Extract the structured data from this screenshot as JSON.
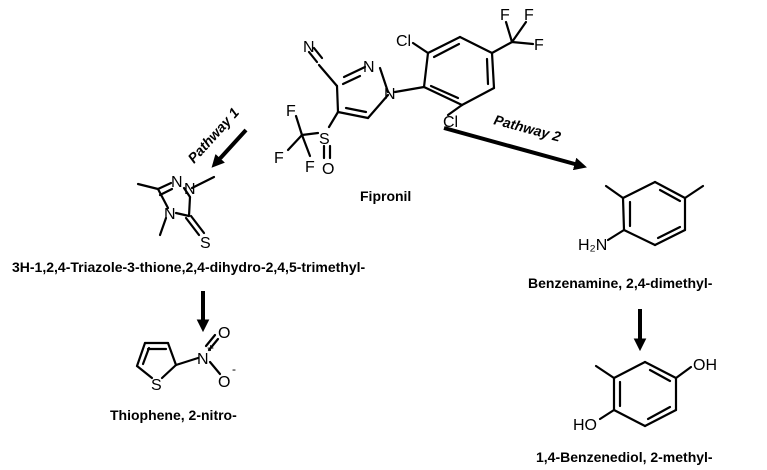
{
  "labels": {
    "fipronil": "Fipronil",
    "pathway1": "Pathway 1",
    "pathway2": "Pathway 2",
    "triazole": "3H-1,2,4-Triazole-3-thione,2,4-dihydro-2,4,5-trimethyl-",
    "thiophene": "Thiophene, 2-nitro-",
    "benzenamine": "Benzenamine, 2,4-dimethyl-",
    "benzenediol": "1,4-Benzenediol, 2-methyl-"
  },
  "atoms": {
    "N": "N",
    "Cl": "Cl",
    "F": "F",
    "S": "S",
    "O": "O",
    "H2N": "H₂N",
    "OH": "OH",
    "HO": "HO",
    "plus": "+",
    "minus": "-"
  }
}
